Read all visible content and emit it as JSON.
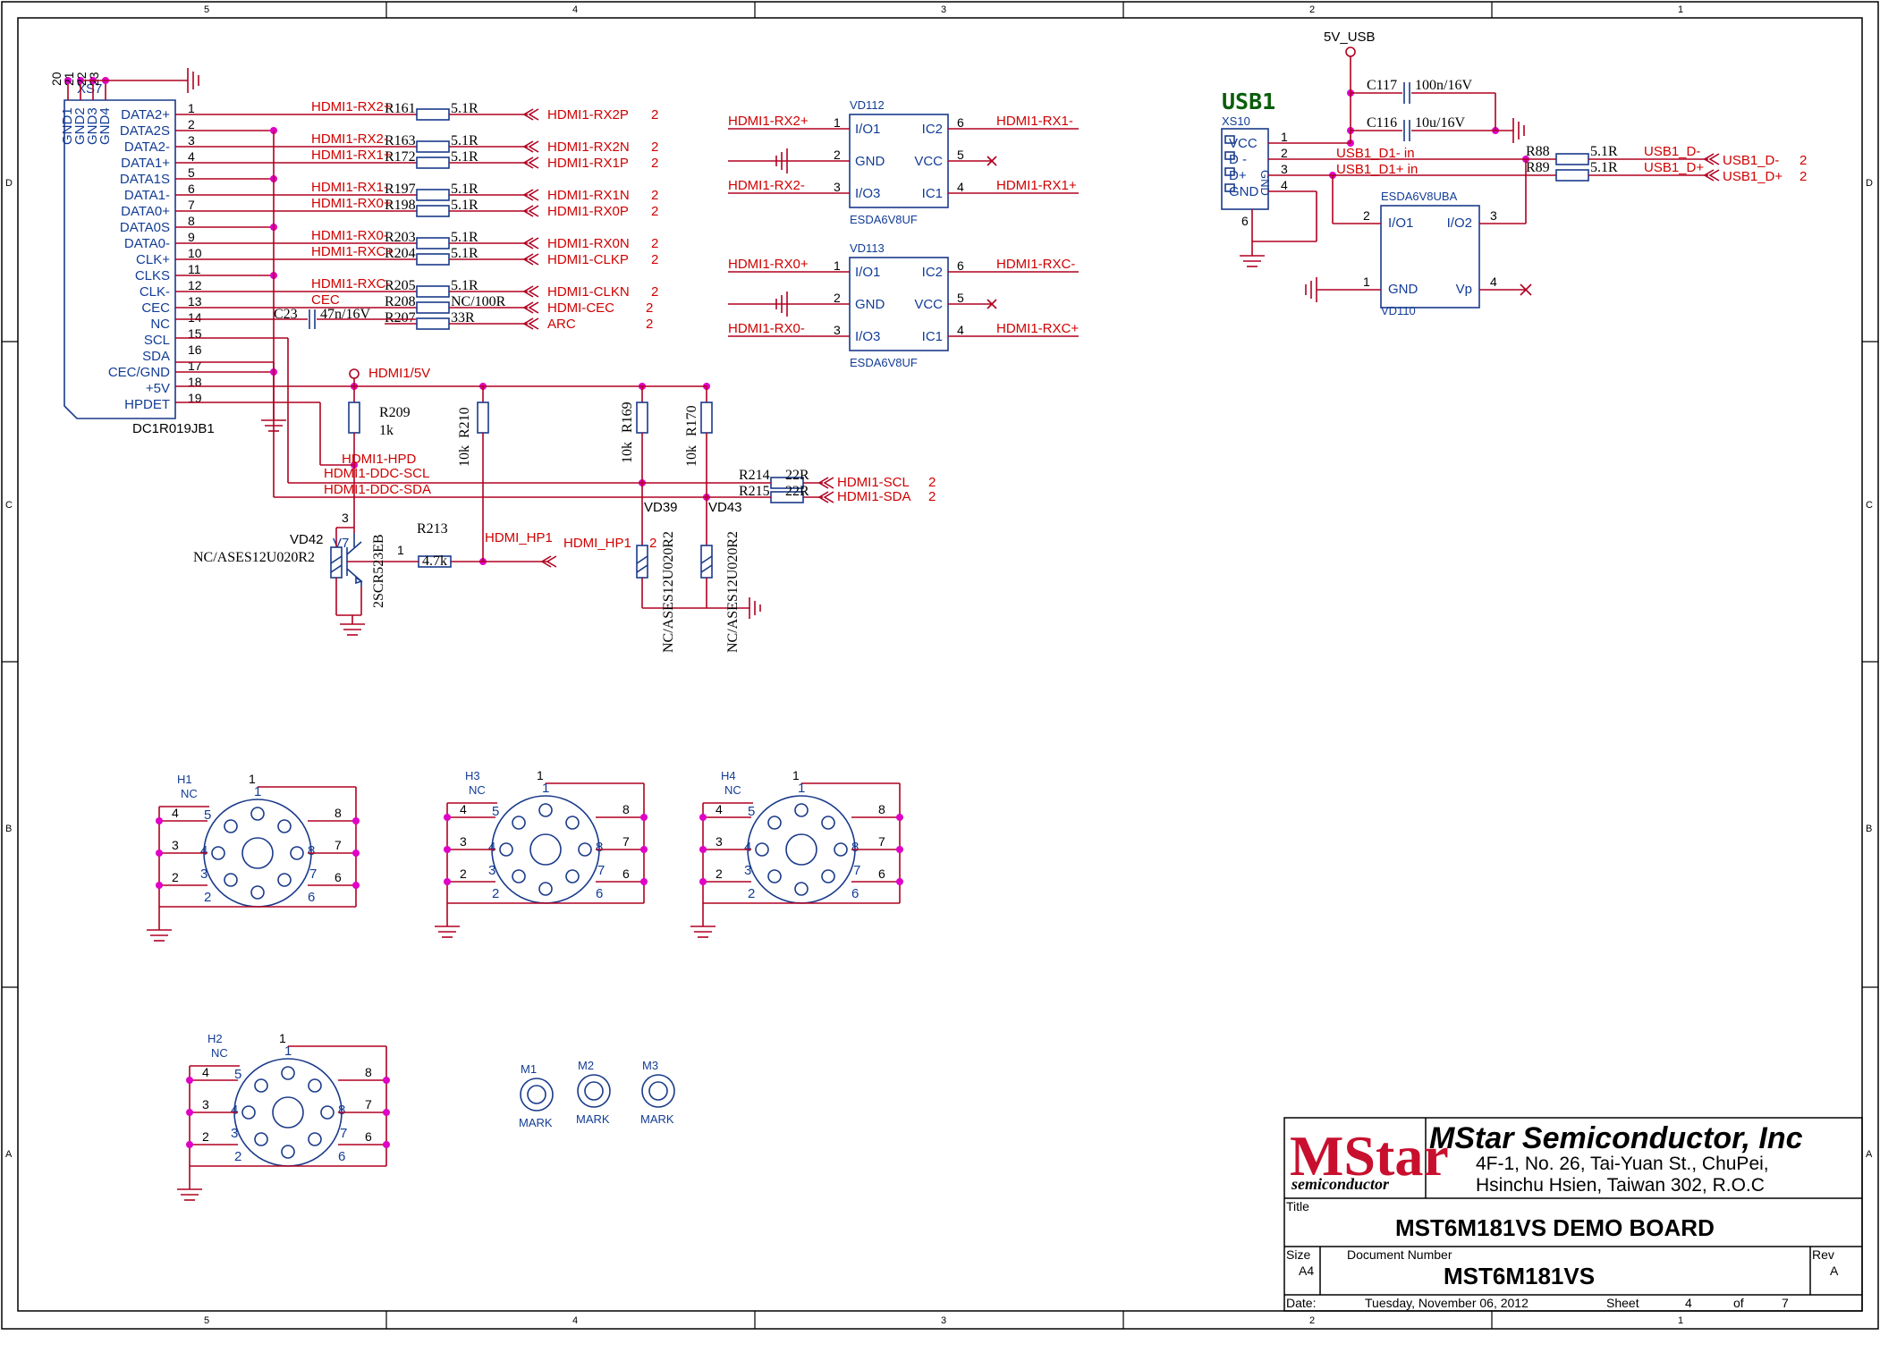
{
  "frame": {
    "columns": [
      "5",
      "4",
      "3",
      "2",
      "1"
    ],
    "rows": [
      "D",
      "C",
      "B",
      "A"
    ]
  },
  "hdmi_connector": {
    "ref": "XS7",
    "part": "DC1R019JB1",
    "gnd_pins": [
      "GND1",
      "GND2",
      "GND3",
      "GND4"
    ],
    "gnd_pin_nums": [
      "20",
      "21",
      "22",
      "23"
    ],
    "pins": [
      {
        "num": "1",
        "name": "DATA2+"
      },
      {
        "num": "2",
        "name": "DATA2S"
      },
      {
        "num": "3",
        "name": "DATA2-"
      },
      {
        "num": "4",
        "name": "DATA1+"
      },
      {
        "num": "5",
        "name": "DATA1S"
      },
      {
        "num": "6",
        "name": "DATA1-"
      },
      {
        "num": "7",
        "name": "DATA0+"
      },
      {
        "num": "8",
        "name": "DATA0S"
      },
      {
        "num": "9",
        "name": "DATA0-"
      },
      {
        "num": "10",
        "name": "CLK+"
      },
      {
        "num": "11",
        "name": "CLKS"
      },
      {
        "num": "12",
        "name": "CLK-"
      },
      {
        "num": "13",
        "name": "CEC"
      },
      {
        "num": "14",
        "name": "NC"
      },
      {
        "num": "15",
        "name": "SCL"
      },
      {
        "num": "16",
        "name": "SDA"
      },
      {
        "num": "17",
        "name": "CEC/GND"
      },
      {
        "num": "18",
        "name": "+5V"
      },
      {
        "num": "19",
        "name": "HPDET"
      }
    ]
  },
  "series_resistors": [
    {
      "ref": "R161",
      "value": "5.1R",
      "in_net": "HDMI1-RX2+",
      "out_net": "HDMI1-RX2P",
      "sheet": "2"
    },
    {
      "ref": "R163",
      "value": "5.1R",
      "in_net": "HDMI1-RX2-",
      "out_net": "HDMI1-RX2N",
      "sheet": "2"
    },
    {
      "ref": "R172",
      "value": "5.1R",
      "in_net": "HDMI1-RX1+",
      "out_net": "HDMI1-RX1P",
      "sheet": "2"
    },
    {
      "ref": "R197",
      "value": "5.1R",
      "in_net": "HDMI1-RX1-",
      "out_net": "HDMI1-RX1N",
      "sheet": "2"
    },
    {
      "ref": "R198",
      "value": "5.1R",
      "in_net": "HDMI1-RX0+",
      "out_net": "HDMI1-RX0P",
      "sheet": "2"
    },
    {
      "ref": "R203",
      "value": "5.1R",
      "in_net": "HDMI1-RX0-",
      "out_net": "HDMI1-RX0N",
      "sheet": "2"
    },
    {
      "ref": "R204",
      "value": "5.1R",
      "in_net": "HDMI1-RXC+",
      "out_net": "HDMI1-CLKP",
      "sheet": "2"
    },
    {
      "ref": "R205",
      "value": "5.1R",
      "in_net": "HDMI1-RXC-",
      "out_net": "HDMI1-CLKN",
      "sheet": "2"
    },
    {
      "ref": "R208",
      "value": "NC/100R",
      "in_net": "CEC",
      "out_net": "HDMI-CEC",
      "sheet": "2"
    },
    {
      "ref": "R207",
      "value": "33R",
      "in_net": "",
      "out_net": "ARC",
      "sheet": "2"
    }
  ],
  "c23": {
    "ref": "C23",
    "value": "47n/16V"
  },
  "ddc": {
    "power_net": "HDMI1/5V",
    "r209": {
      "ref": "R209",
      "value": "1k"
    },
    "r210": {
      "ref": "R210",
      "value": "10k"
    },
    "r169": {
      "ref": "R169",
      "value": "10k"
    },
    "r170": {
      "ref": "R170",
      "value": "10k"
    },
    "hpd_net": "HDMI1-HPD",
    "scl_net": "HDMI1-DDC-SCL",
    "sda_net": "HDMI1-DDC-SDA",
    "r214": {
      "ref": "R214",
      "value": "22R",
      "net": "HDMI1-SCL",
      "sheet": "2"
    },
    "r215": {
      "ref": "R215",
      "value": "22R",
      "net": "HDMI1-SDA",
      "sheet": "2"
    },
    "r213": {
      "ref": "R213",
      "value": "4.7k"
    },
    "hp_net": "HDMI_HP1",
    "hp_port": "HDMI_HP1",
    "hp_sheet": "2",
    "vd42": {
      "ref": "VD42",
      "part": "NC/ASES12U020R2"
    },
    "v7": {
      "ref": "V7",
      "part": "2SCR523EB"
    },
    "vd39": {
      "ref": "VD39",
      "part": "NC/ASES12U020R2"
    },
    "vd43": {
      "ref": "VD43",
      "part": "NC/ASES12U020R2"
    }
  },
  "esd112": {
    "ref": "VD112",
    "part": "ESDA6V8UF",
    "left": [
      {
        "num": "1",
        "name": "I/O1",
        "net": "HDMI1-RX2+"
      },
      {
        "num": "2",
        "name": "GND",
        "net": ""
      },
      {
        "num": "3",
        "name": "I/O3",
        "net": "HDMI1-RX2-"
      }
    ],
    "right": [
      {
        "num": "6",
        "name": "IC2",
        "net": "HDMI1-RX1-"
      },
      {
        "num": "5",
        "name": "VCC",
        "net": ""
      },
      {
        "num": "4",
        "name": "IC1",
        "net": "HDMI1-RX1+"
      }
    ]
  },
  "esd113": {
    "ref": "VD113",
    "part": "ESDA6V8UF",
    "left": [
      {
        "num": "1",
        "name": "I/O1",
        "net": "HDMI1-RX0+"
      },
      {
        "num": "2",
        "name": "GND",
        "net": ""
      },
      {
        "num": "3",
        "name": "I/O3",
        "net": "HDMI1-RX0-"
      }
    ],
    "right": [
      {
        "num": "6",
        "name": "IC2",
        "net": "HDMI1-RXC-"
      },
      {
        "num": "5",
        "name": "VCC",
        "net": ""
      },
      {
        "num": "4",
        "name": "IC1",
        "net": "HDMI1-RXC+"
      }
    ]
  },
  "usb": {
    "title": "USB1",
    "ref": "XS10",
    "power": "5V_USB",
    "pins": [
      {
        "num": "1",
        "name": "VCC"
      },
      {
        "num": "2",
        "name": "D -"
      },
      {
        "num": "3",
        "name": "D+"
      },
      {
        "num": "4",
        "name": "GND"
      }
    ],
    "shield_pin": "6",
    "shield_name": "GND",
    "c117": {
      "ref": "C117",
      "value": "100n/16V"
    },
    "c116": {
      "ref": "C116",
      "value": "10u/16V"
    },
    "dm_in": "USB1_D1- in",
    "dp_in": "USB1_D1+ in",
    "r88": {
      "ref": "R88",
      "value": "5.1R"
    },
    "r89": {
      "ref": "R89",
      "value": "5.1R"
    },
    "dm_net": "USB1_D-",
    "dp_net": "USB1_D+",
    "dm_port": "USB1_D-",
    "dp_port": "USB1_D+",
    "sheet": "2",
    "esd": {
      "ref": "VD110",
      "part": "ESDA6V8UBA",
      "pins": [
        {
          "num": "2",
          "name": "I/O1"
        },
        {
          "num": "3",
          "name": "I/O2"
        },
        {
          "num": "1",
          "name": "GND"
        },
        {
          "num": "4",
          "name": "Vp"
        }
      ]
    }
  },
  "holes": [
    {
      "ref": "H1",
      "nc": "NC",
      "pins": [
        "1",
        "2",
        "3",
        "4",
        "5",
        "6",
        "7",
        "8"
      ]
    },
    {
      "ref": "H3",
      "nc": "NC",
      "pins": [
        "1",
        "2",
        "3",
        "4",
        "5",
        "6",
        "7",
        "8"
      ]
    },
    {
      "ref": "H4",
      "nc": "NC",
      "pins": [
        "1",
        "2",
        "3",
        "4",
        "5",
        "6",
        "7",
        "8"
      ]
    },
    {
      "ref": "H2",
      "nc": "NC",
      "pins": [
        "1",
        "2",
        "3",
        "4",
        "5",
        "6",
        "7",
        "8"
      ]
    }
  ],
  "marks": [
    {
      "ref": "M1",
      "label": "MARK"
    },
    {
      "ref": "M2",
      "label": "MARK"
    },
    {
      "ref": "M3",
      "label": "MARK"
    }
  ],
  "title_block": {
    "logo_text": "MStar",
    "logo_sub": "semiconductor",
    "company": "MStar Semiconductor, Inc",
    "address1": "4F-1, No. 26, Tai-Yuan St., ChuPei,",
    "address2": "Hsinchu Hsien, Taiwan 302, R.O.C",
    "title_label": "Title",
    "title": "MST6M181VS DEMO BOARD",
    "size_label": "Size",
    "size": "A4",
    "docnum_label": "Document Number",
    "docnum": "MST6M181VS",
    "rev_label": "Rev",
    "rev": "A",
    "date_label": "Date:",
    "date": "Tuesday, November 06, 2012",
    "sheet_label": "Sheet",
    "sheet": "4",
    "of_label": "of",
    "total": "7"
  },
  "colors": {
    "wire": "#b10020",
    "part": "#1a3a8a",
    "junction": "#e000c8",
    "net": "#d00000"
  }
}
